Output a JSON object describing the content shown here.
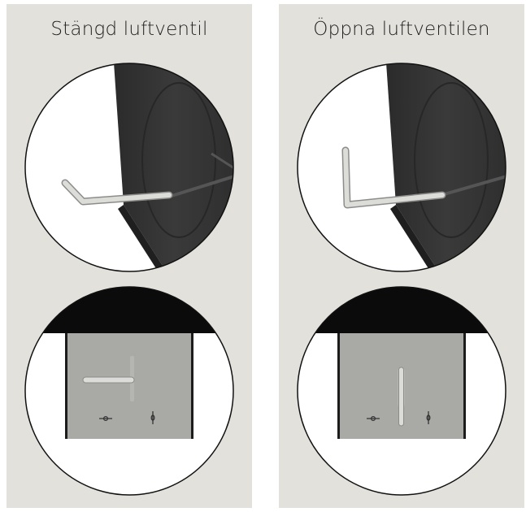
{
  "panels": [
    {
      "title": "Stängd luftventil",
      "state": "closed",
      "handle_orientation": "horizontal"
    },
    {
      "title": "Öppna luftventilen",
      "state": "open",
      "handle_orientation": "vertical"
    }
  ],
  "colors": {
    "panel_background": "#e3e1dc",
    "door_dark": "#333333",
    "handle_silver": "#d9d9d6",
    "plate_grey": "#a9a9a6"
  },
  "icons": [
    "closed-vent-icon",
    "open-vent-icon"
  ]
}
